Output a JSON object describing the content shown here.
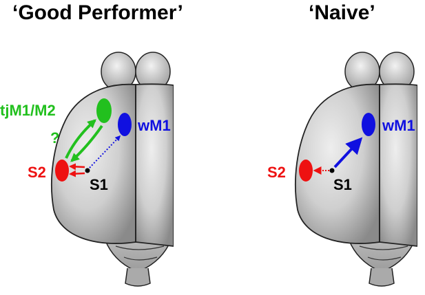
{
  "panels": {
    "left": {
      "title": "‘Good Performer’",
      "labels": {
        "tjm1m2": "tjM1/M2",
        "question": "?",
        "wm1": "wM1",
        "s2": "S2",
        "s1": "S1"
      }
    },
    "right": {
      "title": "‘Naive’",
      "labels": {
        "wm1": "wM1",
        "s2": "S2",
        "s1": "S1"
      }
    }
  },
  "colors": {
    "green": "#22c01e",
    "blue": "#1010e0",
    "red": "#ee1111",
    "black": "#000000"
  }
}
